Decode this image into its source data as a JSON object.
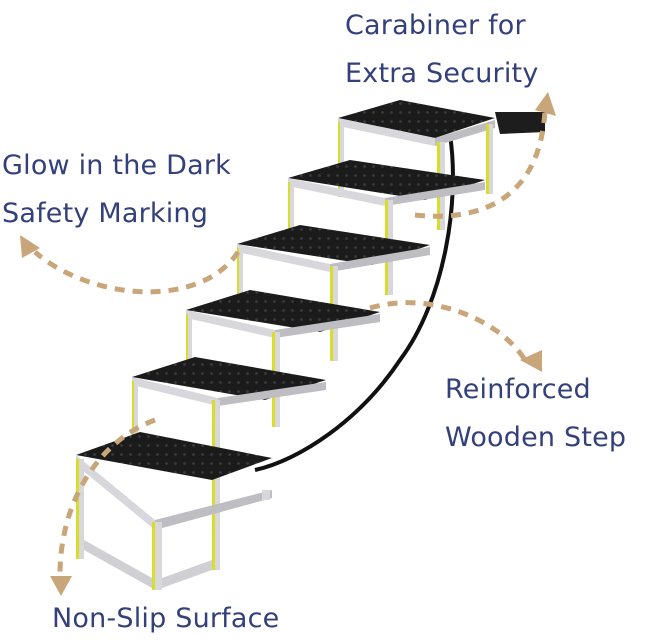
{
  "image": {
    "subject": "Folding pet stairs with 6 steps",
    "colors": {
      "label_text": "#33407a",
      "arrow": "#c9a57a",
      "frame": "#d8d8dc",
      "frame_shadow": "#a9a9ae",
      "glow_stripe": "#d7dd2a",
      "step_mat": "#1b1b1b",
      "strap": "#111111"
    }
  },
  "callouts": [
    {
      "id": "carabiner",
      "lines": [
        "Carabiner for",
        "Extra Security"
      ]
    },
    {
      "id": "glow",
      "lines": [
        "Glow in the Dark",
        "Safety Marking"
      ]
    },
    {
      "id": "reinforced",
      "lines": [
        "Reinforced",
        "Wooden Step"
      ]
    },
    {
      "id": "nonslip",
      "lines": [
        "Non-Slip Surface"
      ]
    }
  ]
}
